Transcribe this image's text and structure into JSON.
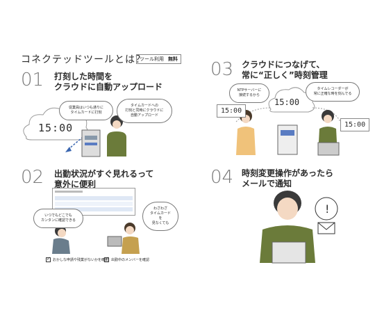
{
  "header": {
    "title": "コネクテッドツールとは？",
    "badge_label": "ツール利用",
    "badge_value": "無料"
  },
  "sec1": {
    "num": "01",
    "heading1": "打刻した時間を",
    "heading2": "クラウドに自動アップロード",
    "clock": "15:00",
    "bubble_left1": "従業員はいつも通りに",
    "bubble_left2": "タイムカードに打刻",
    "bubble_right1": "タイムカードへの",
    "bubble_right2": "打刻と同時にクラウドに",
    "bubble_right3": "自動アップロード"
  },
  "sec2": {
    "num": "02",
    "heading1": "出勤状況がすぐ見れるって",
    "heading2": "意外に便利",
    "bubble_left1": "いつでもどこでも",
    "bubble_left2": "カンタンに確認できる",
    "bubble_right1": "わざわざ",
    "bubble_right2": "タイムカードを",
    "bubble_right3": "見なくても",
    "check1": "おかしな申請や残業がないかを確認",
    "check2": "出勤中のメンバーを確認"
  },
  "sec3": {
    "num": "03",
    "heading1": "クラウドにつなげて、",
    "heading2": "常に“正しく”時刻管理",
    "bubble_left1": "NTPサーバーに",
    "bubble_left2": "接続するから",
    "bubble_right1": "タイムレコーダーが",
    "bubble_right2": "常に正確な時を刻んでる",
    "clock_left": "15:00",
    "clock_center": "15:00",
    "clock_right": "15:00"
  },
  "sec4": {
    "num": "04",
    "heading1": "時刻変更操作があったら",
    "heading2": "メールで通知"
  }
}
